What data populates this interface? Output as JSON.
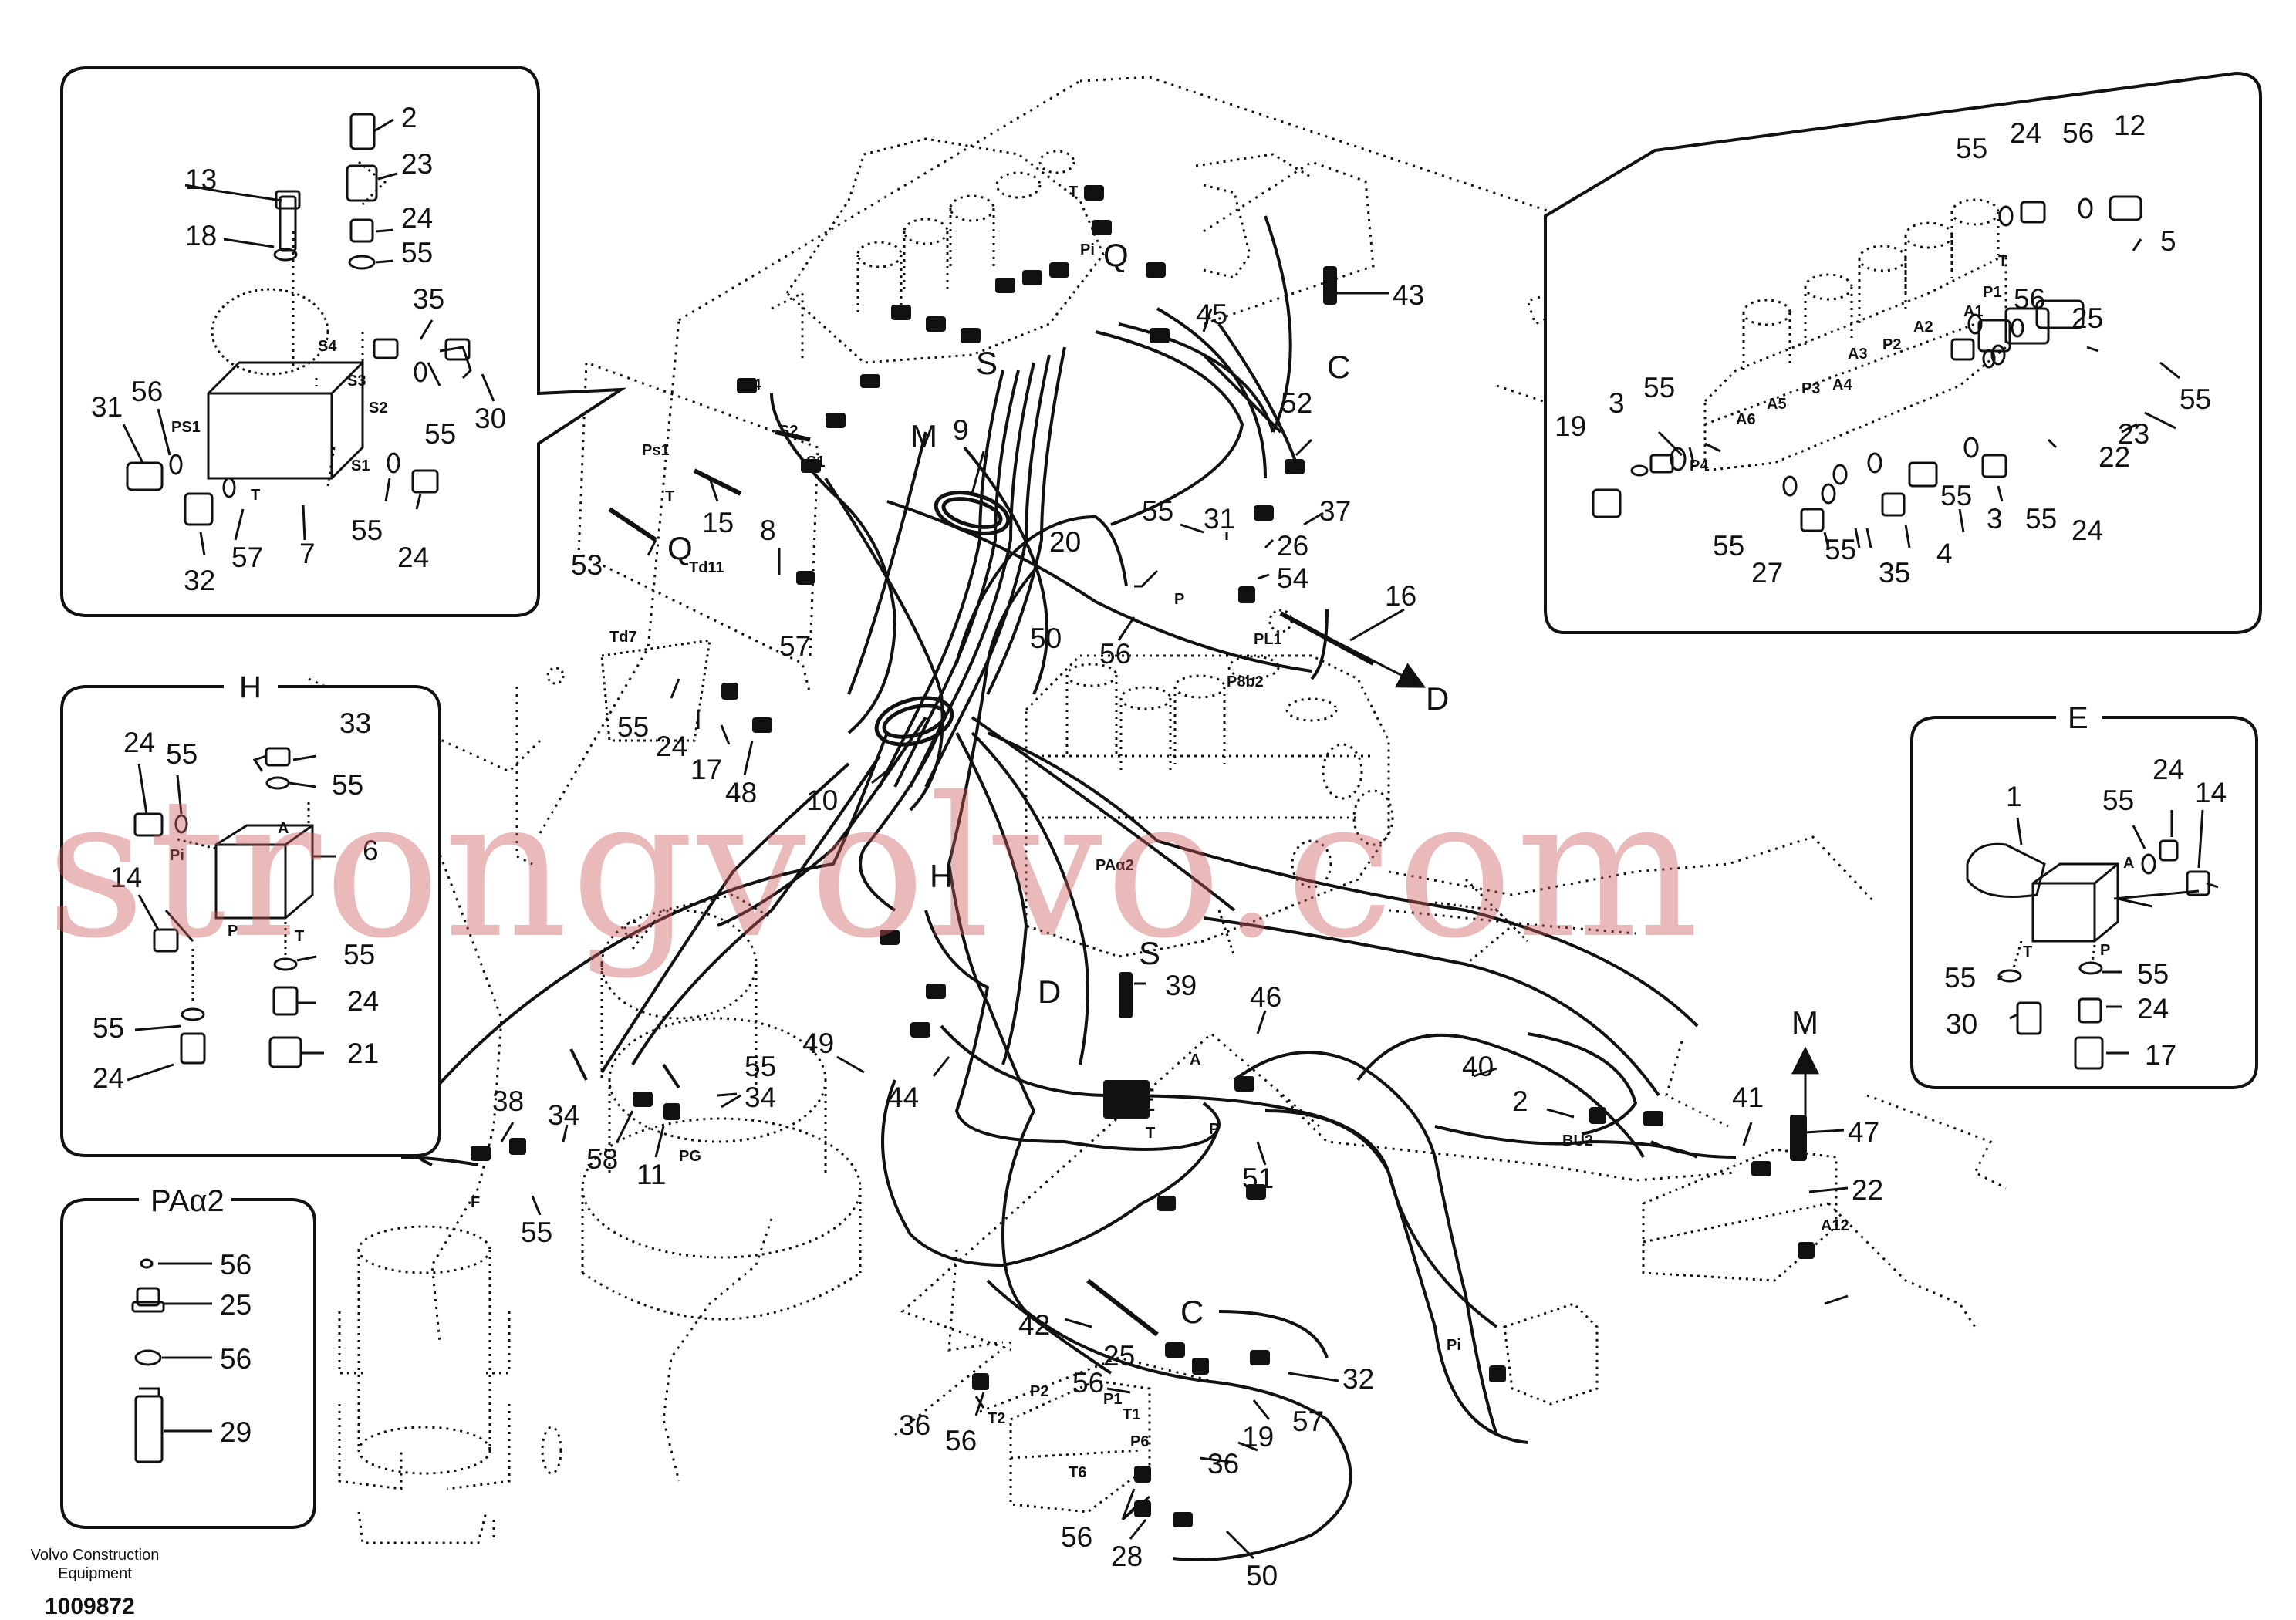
{
  "watermark": "strongvolvo.com",
  "footer": {
    "brand": "Volvo Construction Equipment",
    "code": "1009872"
  },
  "insets": {
    "H": {
      "title": "H"
    },
    "E": {
      "title": "E"
    },
    "PAa2": {
      "title": "PAα2"
    }
  },
  "callouts": {
    "tl_2": "2",
    "tl_23": "23",
    "tl_13": "13",
    "tl_24": "24",
    "tl_18": "18",
    "tl_55a": "55",
    "tl_35": "35",
    "tl_30": "30",
    "tl_55b": "55",
    "tl_31": "31",
    "tl_56": "56",
    "tl_7": "7",
    "tl_57": "57",
    "tl_32": "32",
    "tl_55c": "55",
    "tl_24b": "24",
    "tr_55a": "55",
    "tr_24a": "24",
    "tr_56a": "56",
    "tr_12": "12",
    "tr_5": "5",
    "tr_56b": "56",
    "tr_25": "25",
    "tr_55b": "55",
    "tr_23": "23",
    "tr_22": "22",
    "tr_19": "19",
    "tr_3a": "3",
    "tr_55c": "55",
    "tr_55d": "55",
    "tr_3b": "3",
    "tr_55e": "55",
    "tr_24b": "24",
    "tr_55f": "55",
    "tr_27": "27",
    "tr_55g": "55",
    "tr_35": "35",
    "tr_4": "4",
    "h_24a": "24",
    "h_55a": "55",
    "h_33": "33",
    "h_55b": "55",
    "h_6": "6",
    "h_14": "14",
    "h_55c": "55",
    "h_24b": "24",
    "h_55d": "55",
    "h_24c": "24",
    "h_21": "21",
    "e_1": "1",
    "e_55a": "55",
    "e_24a": "24",
    "e_14": "14",
    "e_55b": "55",
    "e_55c": "55",
    "e_30": "30",
    "e_24b": "24",
    "e_17": "17",
    "p_56a": "56",
    "p_25": "25",
    "p_56b": "56",
    "p_29": "29",
    "m_43": "43",
    "m_45": "45",
    "m_52": "52",
    "m_37": "37",
    "m_9": "9",
    "m_15": "15",
    "m_53": "53",
    "m_8": "8",
    "m_55a": "55",
    "m_31": "31",
    "m_26": "26",
    "m_20": "20",
    "m_54": "54",
    "m_16": "16",
    "m_50a": "50",
    "m_56a": "56",
    "m_57a": "57",
    "m_55b": "55",
    "m_24a": "24",
    "m_17": "17",
    "m_48": "48",
    "m_10": "10",
    "m_39": "39",
    "m_46": "46",
    "m_49": "49",
    "m_44": "44",
    "m_40": "40",
    "m_2": "2",
    "m_41": "41",
    "m_47": "47",
    "m_22": "22",
    "m_38": "38",
    "m_34a": "34",
    "m_55c": "55",
    "m_34b": "34",
    "m_58": "58",
    "m_11": "11",
    "m_55d": "55",
    "m_51": "51",
    "m_42": "42",
    "m_25": "25",
    "m_32": "32",
    "m_36a": "36",
    "m_56b": "56",
    "m_56c": "56",
    "m_19": "19",
    "m_57b": "57",
    "m_36b": "36",
    "m_56d": "56",
    "m_28": "28",
    "m_50b": "50"
  },
  "ports": {
    "S4a": "S4",
    "S3": "S3",
    "S2a": "S2",
    "PS1a": "PS1",
    "S1a": "S1",
    "Ta": "T",
    "Pi_h": "Pi",
    "A_h": "A",
    "P_h": "P",
    "T_h": "T",
    "A_e": "A",
    "T_e": "T",
    "P_e": "P",
    "A1": "A1",
    "A2": "A2",
    "A3": "A3",
    "A4": "A4",
    "A5": "A5",
    "A6": "A6",
    "P1_tr": "P1",
    "P2_tr": "P2",
    "P3": "P3",
    "P4": "P4",
    "T_tr": "T",
    "Ps1m": "Ps1",
    "Tm": "T",
    "S4m": "S4",
    "S2m": "S2",
    "S1m": "S1",
    "Td11": "Td11",
    "Td7": "Td7",
    "Pm": "P",
    "PL1": "PL1",
    "P8b2": "P8b2",
    "PAa2m": "PAα2",
    "Am": "A",
    "Tm2": "T",
    "Pm2": "P",
    "PG": "PG",
    "F": "F",
    "BU2": "BU2",
    "A12": "A12",
    "Pi_m": "Pi",
    "P2_m": "P2",
    "T2": "T2",
    "P1_m": "P1",
    "T1": "T1",
    "P6": "P6",
    "T6": "T6",
    "T_top": "T",
    "Pi_top": "Pi"
  },
  "letters": {
    "Q1": "Q",
    "C1": "C",
    "S": "S",
    "M1": "M",
    "Q2": "Q",
    "D1": "D",
    "H": "H",
    "S2": "S",
    "D2": "D",
    "E": "E",
    "M2": "M",
    "C2": "C"
  }
}
